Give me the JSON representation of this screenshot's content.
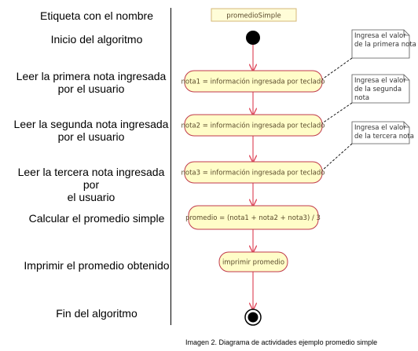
{
  "labels": {
    "name_label": "Etiqueta con el nombre",
    "start": "Inicio del algoritmo",
    "read1": [
      "Leer la primera nota ingresada",
      "por el usuario"
    ],
    "read2": [
      "Leer la segunda nota ingresada",
      "por el usuario"
    ],
    "read3": [
      "Leer la tercera nota ingresada por",
      "el usuario"
    ],
    "calc": "Calcular el promedio simple",
    "print": "Imprimir el promedio obtenido",
    "end": "Fin del algoritmo"
  },
  "diagram": {
    "name_tag": "promedioSimple",
    "actions": {
      "a1": "nota1 = información ingresada por teclado",
      "a2": "nota2 = información ingresada por teclado",
      "a3": "nota3 = información ingresada por teclado",
      "a4": "promedio = (nota1 + nota2 + nota3) / 3",
      "a5": "imprimir promedio"
    },
    "notes": {
      "n1": [
        "Ingresa el valor",
        "de la primera nota"
      ],
      "n2": [
        "Ingresa el valor",
        "de la segunda",
        "nota"
      ],
      "n3": [
        "Ingresa el valor",
        "de la tercera nota"
      ]
    }
  },
  "colors": {
    "action_fill": "#fffdc8",
    "action_stroke": "#c0394b",
    "arrow": "#e04d5f",
    "tag_fill": "#fffdd8",
    "tag_stroke": "#d4b878"
  },
  "caption": "Imagen 2. Diagrama de actividades ejemplo promedio simple"
}
